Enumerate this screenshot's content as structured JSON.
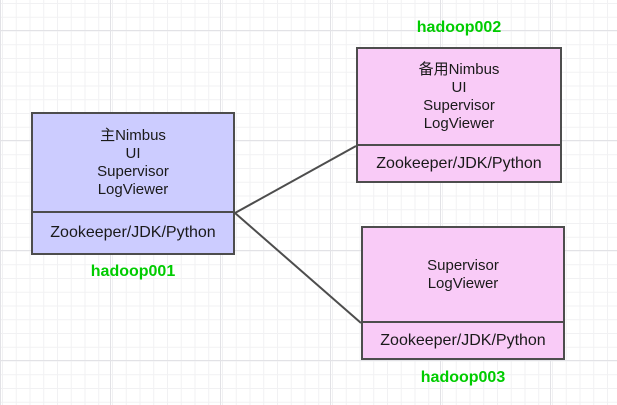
{
  "colors": {
    "node_hadoop001_fill": "#ccccff",
    "node_hadoop002_fill": "#f9cbf7",
    "node_hadoop003_fill": "#f9cbf7",
    "node_border": "#4d4d4d",
    "edge_stroke": "#4d4d4d",
    "host_label_color": "#00cc00",
    "node_text_color": "#1a1a1a",
    "canvas_background": "#ffffff"
  },
  "diagram": {
    "nodes": [
      {
        "host": "hadoop001",
        "fill": "#ccccff",
        "main_lines": [
          "主Nimbus",
          "UI",
          "Supervisor",
          "LogViewer"
        ],
        "footer": "Zookeeper/JDK/Python"
      },
      {
        "host": "hadoop002",
        "fill": "#f9cbf7",
        "main_lines": [
          "备用Nimbus",
          "UI",
          "Supervisor",
          "LogViewer"
        ],
        "footer": "Zookeeper/JDK/Python"
      },
      {
        "host": "hadoop003",
        "fill": "#f9cbf7",
        "main_lines": [
          "Supervisor",
          "LogViewer"
        ],
        "footer": "Zookeeper/JDK/Python"
      }
    ],
    "edges": [
      {
        "from": "hadoop001",
        "to": "hadoop002"
      },
      {
        "from": "hadoop001",
        "to": "hadoop003"
      }
    ]
  }
}
